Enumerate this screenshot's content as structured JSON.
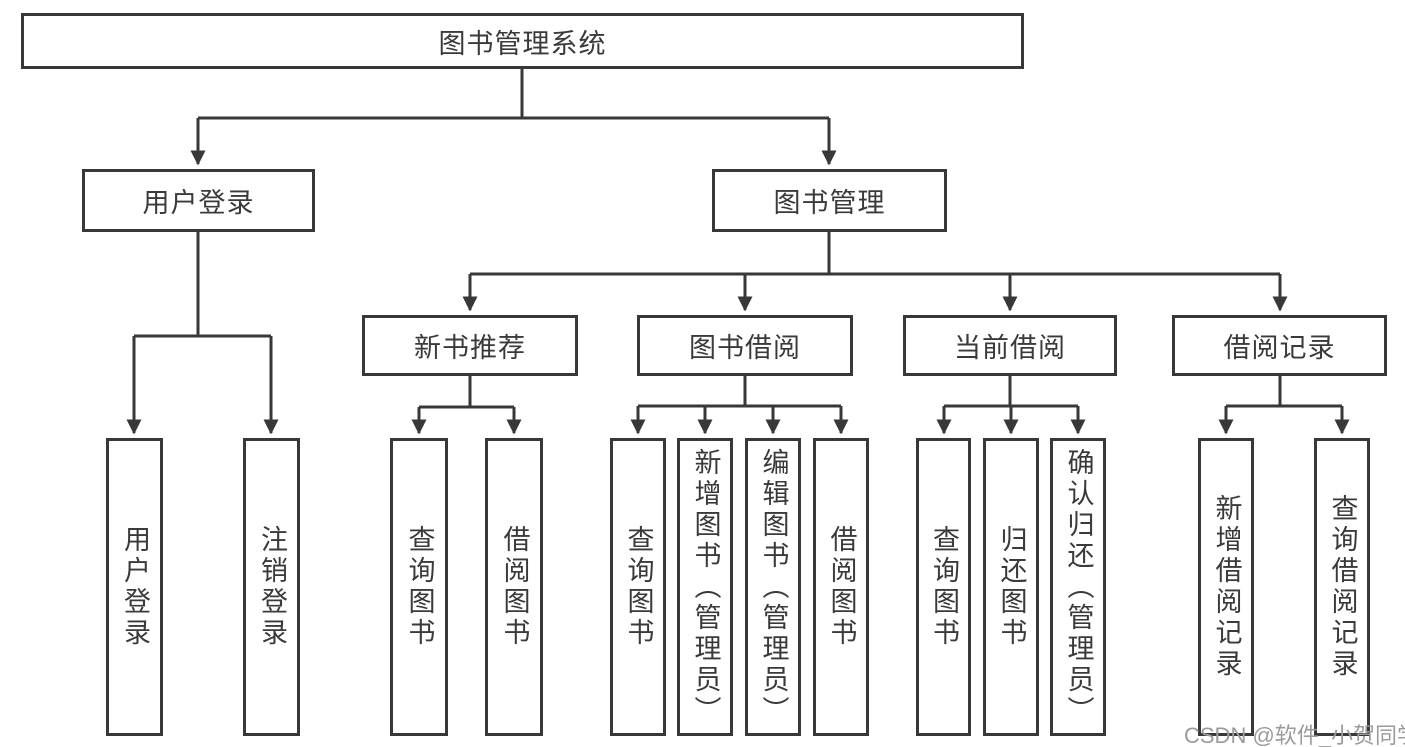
{
  "colors": {
    "line": "#383838",
    "text": "#3a3a3a",
    "background": "#ffffff",
    "watermark": "#9b9b9b"
  },
  "watermark": "CSDN @软件_小贺同学",
  "tree": {
    "root": {
      "label": "图书管理系统",
      "children": [
        {
          "label": "用户登录",
          "children": [
            {
              "label": "用户登录"
            },
            {
              "label": "注销登录"
            }
          ]
        },
        {
          "label": "图书管理",
          "children": [
            {
              "label": "新书推荐",
              "children": [
                {
                  "label": "查询图书"
                },
                {
                  "label": "借阅图书"
                }
              ]
            },
            {
              "label": "图书借阅",
              "children": [
                {
                  "label": "查询图书"
                },
                {
                  "label": "新增图书（管理员）"
                },
                {
                  "label": "编辑图书（管理员）"
                },
                {
                  "label": "借阅图书"
                }
              ]
            },
            {
              "label": "当前借阅",
              "children": [
                {
                  "label": "查询图书"
                },
                {
                  "label": "归还图书"
                },
                {
                  "label": "确认归还（管理员）"
                }
              ]
            },
            {
              "label": "借阅记录",
              "children": [
                {
                  "label": "新增借阅记录"
                },
                {
                  "label": "查询借阅记录"
                }
              ]
            }
          ]
        }
      ]
    }
  }
}
